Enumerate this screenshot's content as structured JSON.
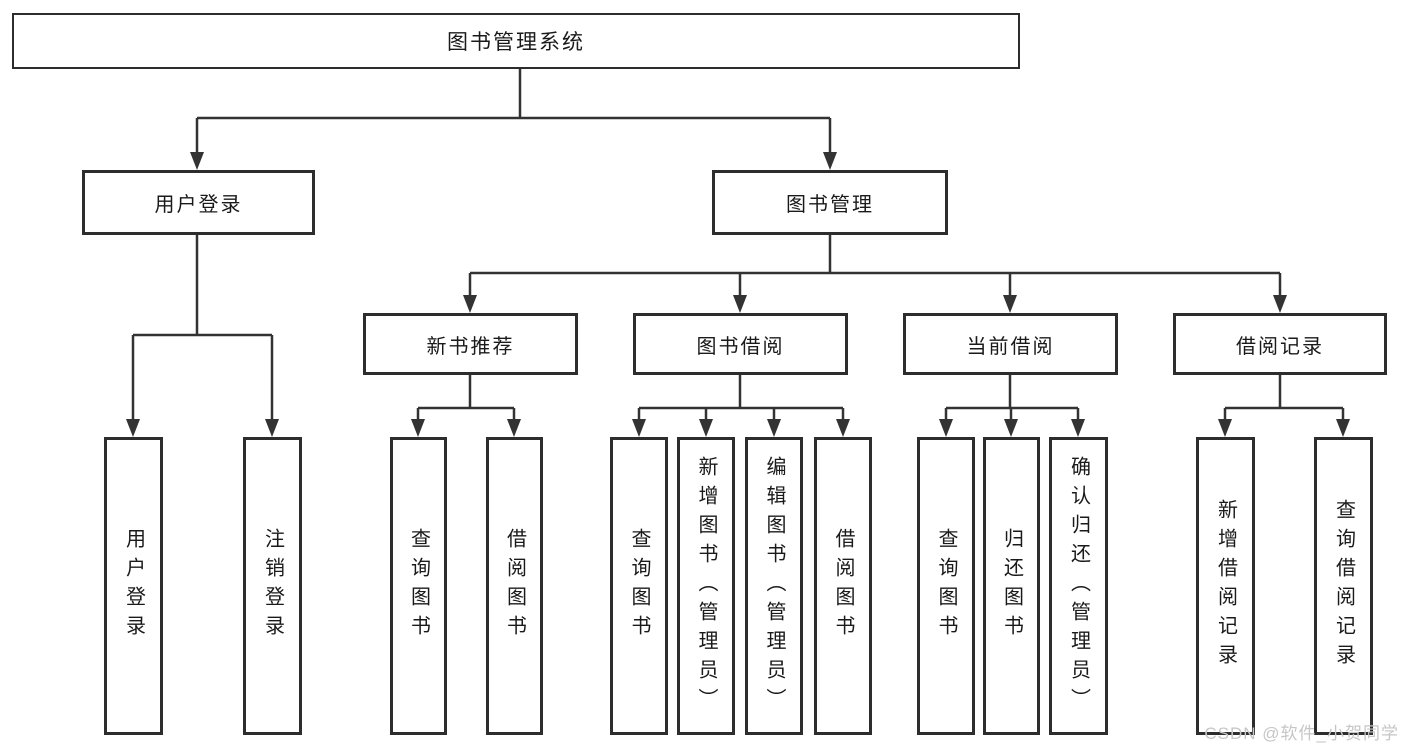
{
  "tree": {
    "root": "图书管理系统",
    "level2": [
      {
        "id": "user-login",
        "label": "用户登录"
      },
      {
        "id": "book-management",
        "label": "图书管理"
      }
    ],
    "level3": [
      {
        "id": "new-book-recommendation",
        "label": "新书推荐"
      },
      {
        "id": "book-borrowing",
        "label": "图书借阅"
      },
      {
        "id": "current-borrowing",
        "label": "当前借阅"
      },
      {
        "id": "borrowing-records",
        "label": "借阅记录"
      }
    ],
    "leaves": {
      "user_login": [
        "用户登录",
        "注销登录"
      ],
      "new_books": [
        "查询图书",
        "借阅图书"
      ],
      "book_borrow": [
        "查询图书",
        "新增图书（管理员）",
        "编辑图书（管理员）",
        "借阅图书"
      ],
      "current_borrow": [
        "查询图书",
        "归还图书",
        "确认归还（管理员）"
      ],
      "borrow_records": [
        "新增借阅记录",
        "查询借阅记录"
      ]
    }
  },
  "watermark": {
    "text": "CSDN @软件_小贺同学"
  },
  "colors": {
    "background": "#ffffff",
    "line": "#333333",
    "box_border": "#2d2d2d",
    "text": "#1a1a1a",
    "watermark": "#c6c6c6"
  }
}
